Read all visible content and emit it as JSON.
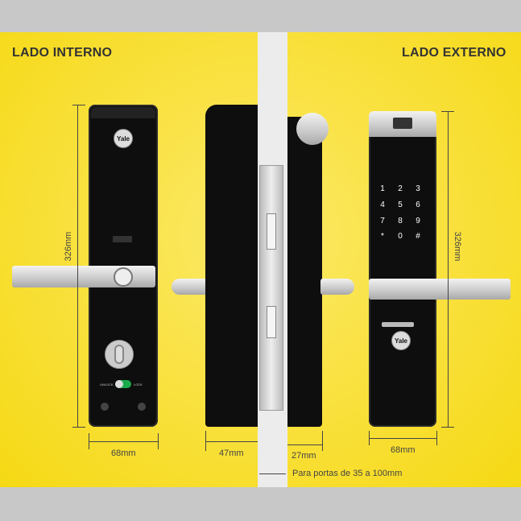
{
  "labels": {
    "inside": "LADO INTERNO",
    "outside": "LADO EXTERNO"
  },
  "dimensions": {
    "height_left": "326mm",
    "height_right": "326mm",
    "width_left": "68mm",
    "width_right": "68mm",
    "inner_depth": "47mm",
    "outer_depth": "27mm",
    "door_range": "Para portas de 35 a 100mm"
  },
  "brand": "Yale",
  "keypad": [
    "1",
    "2",
    "3",
    "4",
    "5",
    "6",
    "7",
    "8",
    "9",
    "*",
    "0",
    "#"
  ],
  "switch": {
    "left": "UNLOCK",
    "right": "LOCK"
  },
  "colors": {
    "background": "#f9e03a",
    "band": "#c8c8c8",
    "body": "#0e0e0e"
  }
}
